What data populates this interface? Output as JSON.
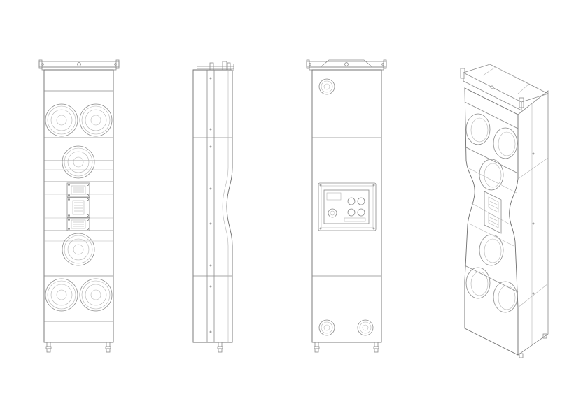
{
  "views": [
    {
      "id": "front",
      "icon": "speaker-front-view-icon"
    },
    {
      "id": "side",
      "icon": "speaker-side-view-icon"
    },
    {
      "id": "rear",
      "icon": "speaker-rear-view-icon"
    },
    {
      "id": "perspective",
      "icon": "speaker-perspective-view-icon"
    }
  ],
  "colors": {
    "background": "#ffffff",
    "line": "#8a8a8a",
    "light_line": "#b4b4b4"
  }
}
